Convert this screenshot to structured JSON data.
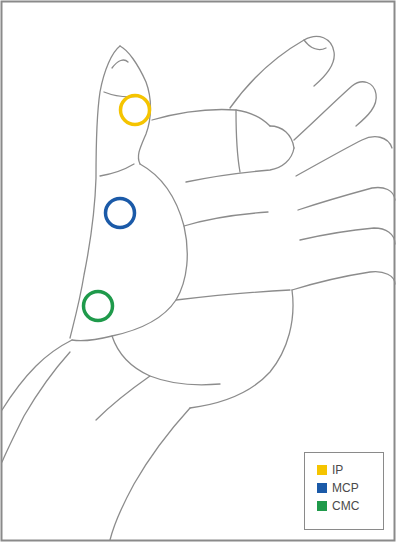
{
  "diagram": {
    "legend": [
      {
        "text": "IP",
        "color": "#f5c400"
      },
      {
        "text": "MCP",
        "color": "#1b5aa8"
      },
      {
        "text": "CMC",
        "color": "#1f9a4b"
      }
    ]
  }
}
